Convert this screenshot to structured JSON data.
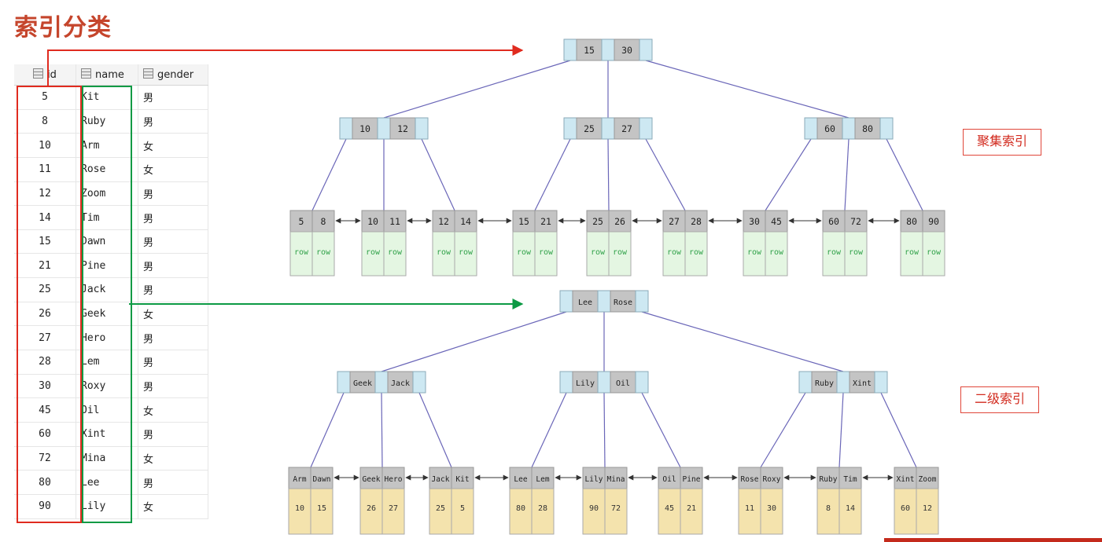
{
  "title": "索引分类",
  "table": {
    "headers": {
      "id": "id",
      "name": "name",
      "gender": "gender"
    },
    "rows": [
      {
        "id": "5",
        "name": "Kit",
        "gender": "男"
      },
      {
        "id": "8",
        "name": "Ruby",
        "gender": "男"
      },
      {
        "id": "10",
        "name": "Arm",
        "gender": "女"
      },
      {
        "id": "11",
        "name": "Rose",
        "gender": "女"
      },
      {
        "id": "12",
        "name": "Zoom",
        "gender": "男"
      },
      {
        "id": "14",
        "name": "Tim",
        "gender": "男"
      },
      {
        "id": "15",
        "name": "Dawn",
        "gender": "男"
      },
      {
        "id": "21",
        "name": "Pine",
        "gender": "男"
      },
      {
        "id": "25",
        "name": "Jack",
        "gender": "男"
      },
      {
        "id": "26",
        "name": "Geek",
        "gender": "女"
      },
      {
        "id": "27",
        "name": "Hero",
        "gender": "男"
      },
      {
        "id": "28",
        "name": "Lem",
        "gender": "男"
      },
      {
        "id": "30",
        "name": "Roxy",
        "gender": "男"
      },
      {
        "id": "45",
        "name": "Oil",
        "gender": "女"
      },
      {
        "id": "60",
        "name": "Xint",
        "gender": "男"
      },
      {
        "id": "72",
        "name": "Mina",
        "gender": "女"
      },
      {
        "id": "80",
        "name": "Lee",
        "gender": "男"
      },
      {
        "id": "90",
        "name": "Lily",
        "gender": "女"
      }
    ]
  },
  "clustered_label": "聚集索引",
  "secondary_label": "二级索引",
  "colors": {
    "title": "#c5452c",
    "pointer_cell": "#cde8f2",
    "key_cell": "#c4c4c4",
    "clustered_leaf": "#e4f6e2",
    "clustered_leaf_text": "#31a24a",
    "secondary_leaf": "#f4e3ad",
    "red_arrow": "#e02b1f",
    "green_arrow": "#0c9a44",
    "tree_line": "#6a66b8"
  },
  "clustered_tree": {
    "root": [
      "15",
      "30"
    ],
    "internal": [
      [
        "10",
        "12"
      ],
      [
        "25",
        "27"
      ],
      [
        "60",
        "80"
      ]
    ],
    "leaves": [
      {
        "keys": [
          "5",
          "8"
        ],
        "values": [
          "row",
          "row"
        ]
      },
      {
        "keys": [
          "10",
          "11"
        ],
        "values": [
          "row",
          "row"
        ]
      },
      {
        "keys": [
          "12",
          "14"
        ],
        "values": [
          "row",
          "row"
        ]
      },
      {
        "keys": [
          "15",
          "21"
        ],
        "values": [
          "row",
          "row"
        ]
      },
      {
        "keys": [
          "25",
          "26"
        ],
        "values": [
          "row",
          "row"
        ]
      },
      {
        "keys": [
          "27",
          "28"
        ],
        "values": [
          "row",
          "row"
        ]
      },
      {
        "keys": [
          "30",
          "45"
        ],
        "values": [
          "row",
          "row"
        ]
      },
      {
        "keys": [
          "60",
          "72"
        ],
        "values": [
          "row",
          "row"
        ]
      },
      {
        "keys": [
          "80",
          "90"
        ],
        "values": [
          "row",
          "row"
        ]
      }
    ]
  },
  "secondary_tree": {
    "root": [
      "Lee",
      "Rose"
    ],
    "internal": [
      [
        "Geek",
        "Jack"
      ],
      [
        "Lily",
        "Oil"
      ],
      [
        "Ruby",
        "Xint"
      ]
    ],
    "leaves": [
      {
        "keys": [
          "Arm",
          "Dawn"
        ],
        "values": [
          "10",
          "15"
        ]
      },
      {
        "keys": [
          "Geek",
          "Hero"
        ],
        "values": [
          "26",
          "27"
        ]
      },
      {
        "keys": [
          "Jack",
          "Kit"
        ],
        "values": [
          "25",
          "5"
        ]
      },
      {
        "keys": [
          "Lee",
          "Lem"
        ],
        "values": [
          "80",
          "28"
        ]
      },
      {
        "keys": [
          "Lily",
          "Mina"
        ],
        "values": [
          "90",
          "72"
        ]
      },
      {
        "keys": [
          "Oil",
          "Pine"
        ],
        "values": [
          "45",
          "21"
        ]
      },
      {
        "keys": [
          "Rose",
          "Roxy"
        ],
        "values": [
          "11",
          "30"
        ]
      },
      {
        "keys": [
          "Ruby",
          "Tim"
        ],
        "values": [
          "8",
          "14"
        ]
      },
      {
        "keys": [
          "Xint",
          "Zoom"
        ],
        "values": [
          "60",
          "12"
        ]
      }
    ]
  }
}
